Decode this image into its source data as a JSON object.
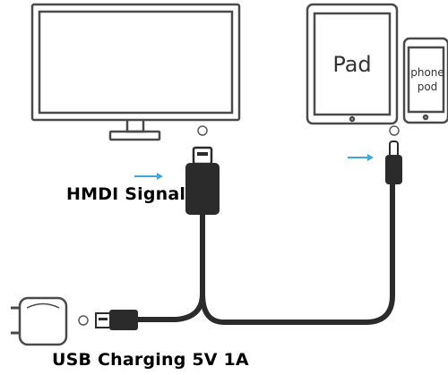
{
  "labels": {
    "hdmi_signal": "HMDI Signal",
    "usb_charging": "USB Charging 5V 1A"
  },
  "devices": {
    "tablet_screen_text": "Pad",
    "phone_screen_text_line1": "phone",
    "phone_screen_text_line2": "pod"
  },
  "colors": {
    "outline": "#4a4a4a",
    "cable": "#2b2b2b",
    "arrow": "#3ea9d6",
    "background": "#ffffff"
  },
  "icons": [
    "monitor-icon",
    "tablet-icon",
    "phone-icon",
    "power-adapter-icon",
    "hdmi-connector-icon",
    "lightning-connector-icon",
    "usb-connector-icon",
    "arrow-right-icon"
  ]
}
